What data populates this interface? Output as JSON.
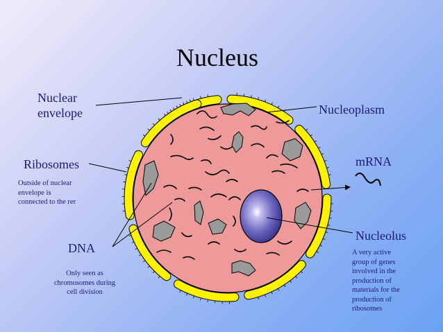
{
  "title": "Nucleus",
  "labels": {
    "nuclear_envelope": [
      "Nuclear",
      "envelope"
    ],
    "nucleoplasm": "Nucleoplasm",
    "ribosomes": "Ribosomes",
    "mrna": "mRNA",
    "nucleolus": "Nucleolus",
    "dna": "DNA"
  },
  "notes": {
    "ribosomes": [
      "Outside of nuclear",
      "envelope is",
      "connected to the rer"
    ],
    "dna": [
      "Only seen as",
      "chromosomes during",
      "cell division"
    ],
    "nucleolus": [
      "A very active",
      "group of genes",
      "involved in the",
      "production of",
      "materials for the",
      "production of",
      "ribosomes"
    ]
  },
  "colors": {
    "title": "#000000",
    "label_text": "#1c1a7a",
    "nucleus_fill": "#ef9a9a",
    "envelope_segment": "#fff200",
    "chromatin_blob": "#9a9a9a",
    "nucleolus": "#6c63b8"
  }
}
